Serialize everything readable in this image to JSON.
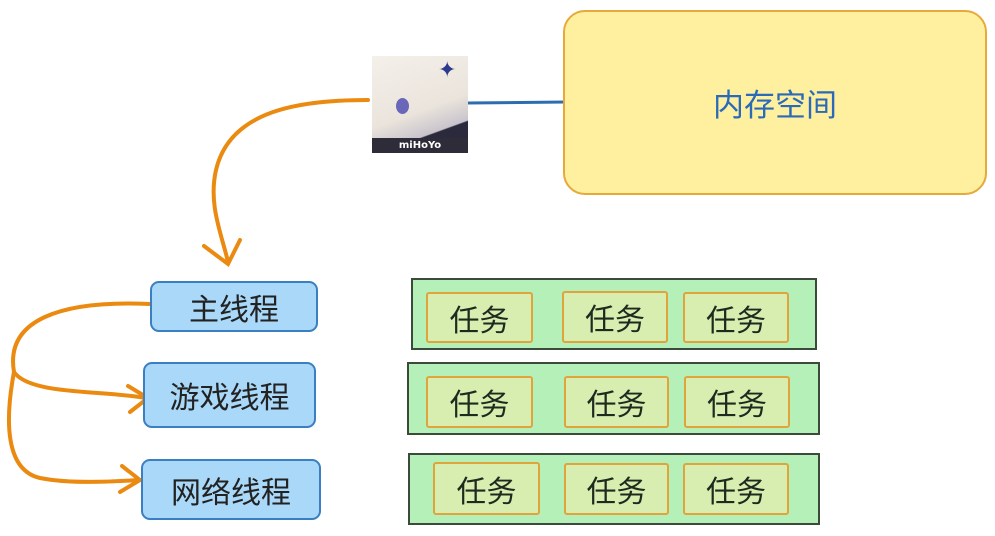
{
  "memory": {
    "label": "内存空间"
  },
  "avatar": {
    "logo_text": "miHoYo"
  },
  "threads": [
    {
      "label": "主线程"
    },
    {
      "label": "游戏线程"
    },
    {
      "label": "网络线程"
    }
  ],
  "task_rows": [
    {
      "tasks": [
        "任务",
        "任务",
        "任务"
      ]
    },
    {
      "tasks": [
        "任务",
        "任务",
        "任务"
      ]
    },
    {
      "tasks": [
        "任务",
        "任务",
        "任务"
      ]
    }
  ],
  "colors": {
    "arrow": "#ea8a10",
    "link": "#2c6db0",
    "memory_fill": "#fff0a0",
    "thread_fill": "#a9d8f8",
    "row_fill": "#b4f0b8"
  }
}
